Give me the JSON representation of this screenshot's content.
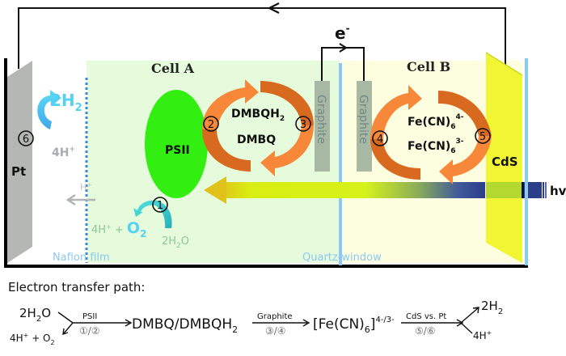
{
  "title": "PSII / CdS tandem photoelectrochemical cell diagram",
  "colors": {
    "cell_a_bg": "#e6fadc",
    "cell_b_bg": "#fdfde0",
    "psii": "#33ee11",
    "arrow_orange_light": "#f7883a",
    "arrow_orange_dark": "#d86a20",
    "graphite": "#a9b8a2",
    "graphite_text": "#6f8a88",
    "pt_electrode": "#b4b7b4",
    "cds_electrode": "#f2f533",
    "quartz_window": "#8cc8f0",
    "nafion": "#3d88d8",
    "h2_cyan": "#55d2f2",
    "gray_text": "#a8adb0",
    "green_text": "#8fc79a",
    "light_beam_start": "#e2cc1a",
    "light_beam_mid": "#d6f21a",
    "light_beam_end": "#2c3d8a"
  },
  "labels": {
    "cell_a": "Cell A",
    "cell_b": "Cell B",
    "electron": "e",
    "electron_sup": "-",
    "psii": "PSII",
    "dmbqh2": "DMBQH",
    "dmbqh2_sub": "2",
    "dmbq": "DMBQ",
    "graphite_left": "Graphite",
    "graphite_right": "Graphite",
    "fecn_4": "Fe(CN)",
    "fecn_4_sub": "6",
    "fecn_4_sup": "4-",
    "fecn_3": "Fe(CN)",
    "fecn_3_sub": "6",
    "fecn_3_sup": "3-",
    "cds": "CdS",
    "pt": "Pt",
    "hv": "hv",
    "h2": "2H",
    "h2_sub": "2",
    "four_h_plus": "4H",
    "four_h_plus_sup": "+",
    "h_plus": "H",
    "h_plus_sup": "+",
    "o2_products": "4H",
    "o2_products_sup": "+",
    "o2_plus": " + ",
    "o2": "O",
    "o2_sub": "2",
    "water": "2H",
    "water_sub": "2",
    "water_o": "O",
    "nafion": "Nafion film",
    "quartz": "Quartz-window",
    "step_1": "1",
    "step_2": "2",
    "step_3": "3",
    "step_4": "4",
    "step_5": "5",
    "step_6": "6"
  },
  "path": {
    "heading": "Electron transfer path:",
    "reactant": "2H",
    "reactant_sub": "2",
    "reactant_o": "O",
    "byproduct": "4H",
    "byproduct_sup": "+",
    "byproduct_plus": " + O",
    "byproduct_sub": "2",
    "step1_top": "PSII",
    "step1_bottom": "①/②",
    "intermediate1": "DMBQ/DMBQH",
    "intermediate1_sub": "2",
    "step2_top": "Graphite",
    "step2_bottom": "③/④",
    "intermediate2": "[Fe(CN)",
    "intermediate2_sub": "6",
    "intermediate2_close": "]",
    "intermediate2_sup": "4-/3-",
    "step3_top": "CdS vs. Pt",
    "step3_bottom": "⑤/⑥",
    "product1": "2H",
    "product1_sub": "2",
    "product2": "4H",
    "product2_sup": "+"
  }
}
